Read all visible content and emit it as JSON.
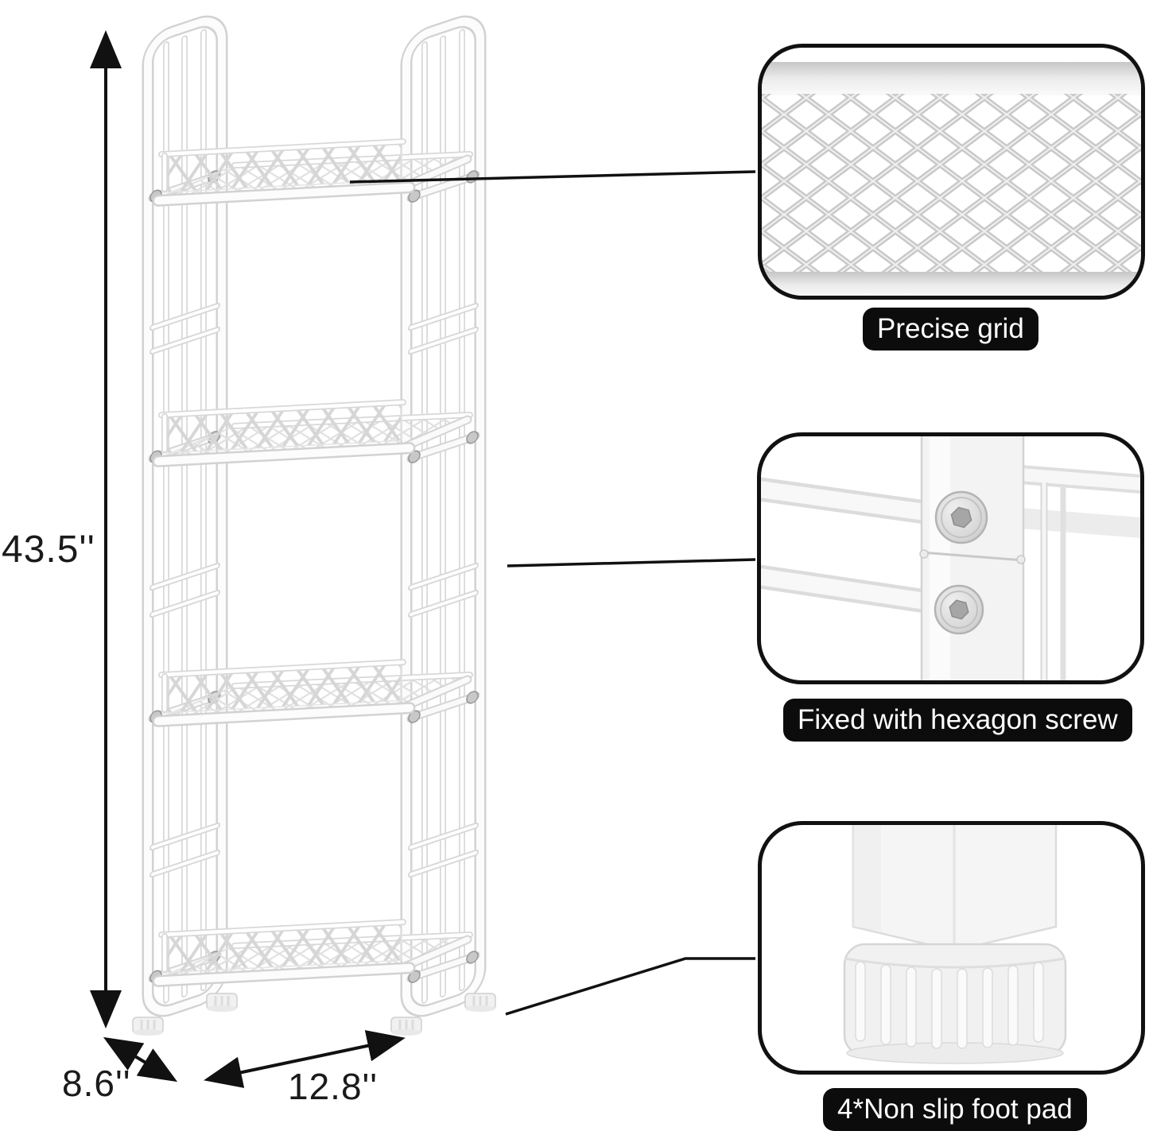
{
  "diagram": {
    "product": "4-tier metal mesh shelving unit",
    "dimensions": {
      "height": "43.5''",
      "depth": "8.6''",
      "width": "12.8''"
    },
    "callouts": [
      {
        "id": "precise-grid",
        "label": "Precise grid"
      },
      {
        "id": "hexagon-screw",
        "label": "Fixed with hexagon screw"
      },
      {
        "id": "foot-pad",
        "label": "4*Non slip foot pad"
      }
    ],
    "colors": {
      "outline": "#111111",
      "label_bg": "#0c0c0c",
      "label_text": "#ffffff",
      "metal_fill": "#fbfbfb",
      "metal_edge": "#d2d2d2"
    }
  }
}
